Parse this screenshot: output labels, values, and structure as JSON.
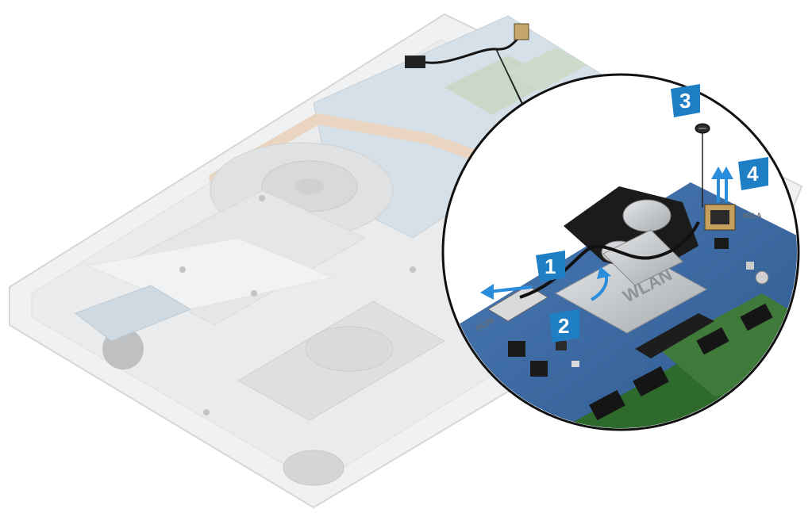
{
  "figure": {
    "step_callouts": [
      {
        "id": "step-1",
        "number": "1"
      },
      {
        "id": "step-2",
        "number": "2"
      },
      {
        "id": "step-3",
        "number": "3"
      },
      {
        "id": "step-4",
        "number": "4"
      }
    ],
    "board_labels": {
      "wlan": "WLAN",
      "dcin": "DCIN",
      "m2la": "M2LA"
    },
    "colors": {
      "callout_blue": "#1f7fc5",
      "board_blue": "#3b6aa3",
      "ram_green": "#3f7a3a",
      "metal_gray": "#b9bdc0",
      "arrow_blue": "#2a8ddc"
    },
    "icons": [
      "arrow-left-icon",
      "arrow-up-icon",
      "curved-arrow-icon",
      "screw-icon"
    ]
  }
}
